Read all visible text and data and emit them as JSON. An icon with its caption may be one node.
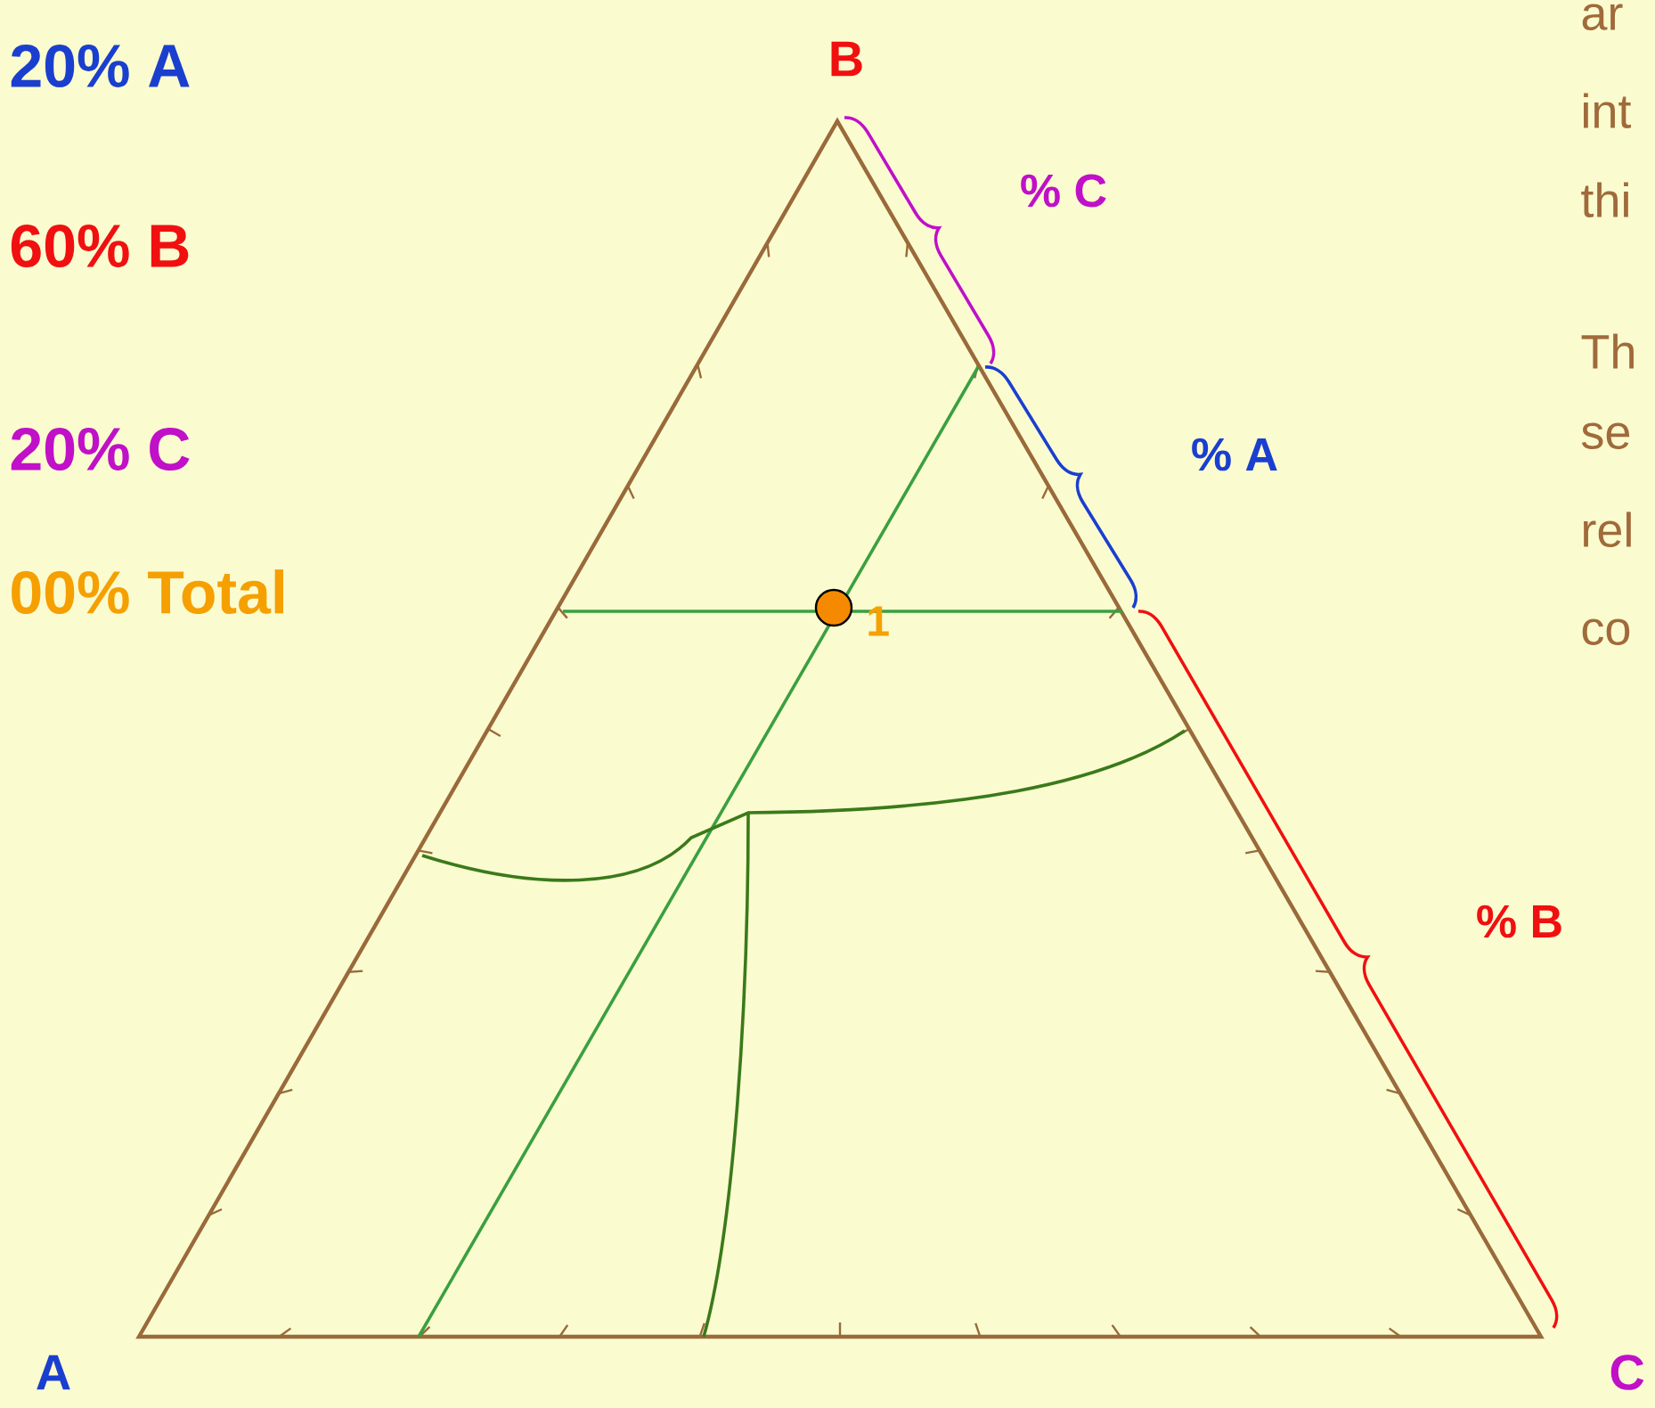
{
  "diagram": {
    "nodes": [
      {
        "text": [],
        "shape": "circle",
        "beside": [
          "1"
        ]
      }
    ],
    "labels": [
      "20% A",
      "60% B",
      "20% C",
      "00% Total",
      "B",
      "% C",
      "% A",
      "% B",
      "A",
      "C",
      "ar",
      "int",
      "thi",
      "Th",
      "se",
      "rel",
      "co"
    ]
  }
}
